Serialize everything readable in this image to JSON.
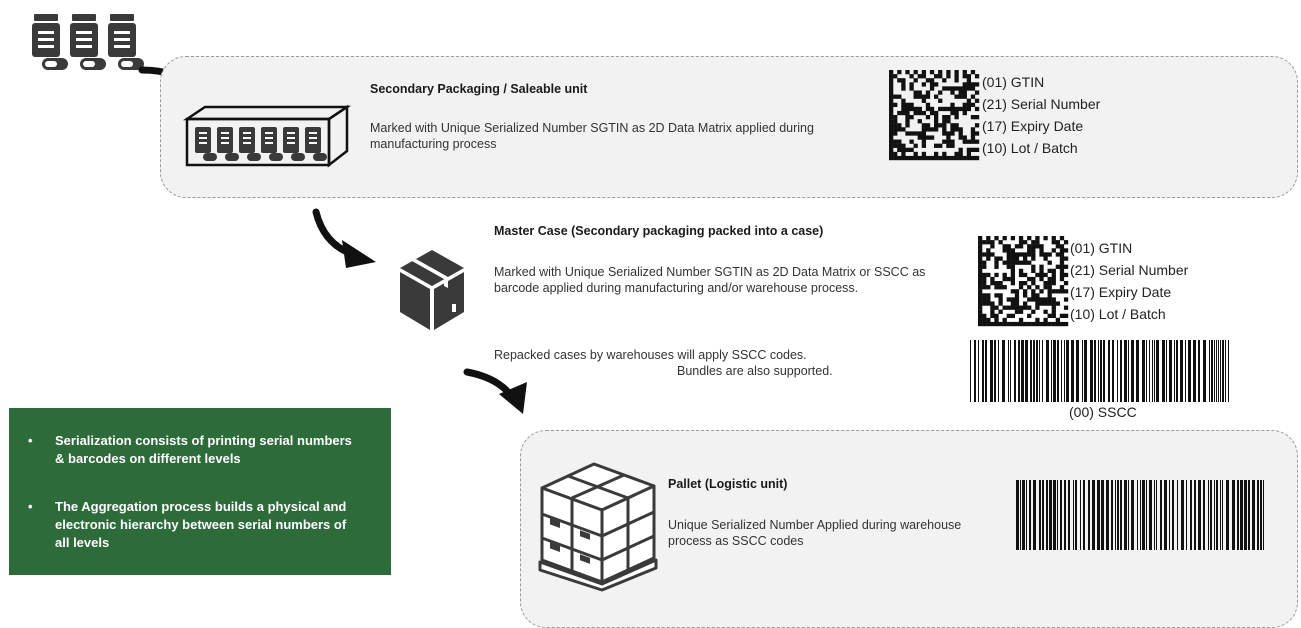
{
  "secondary": {
    "title": "Secondary Packaging  / Saleable unit",
    "desc": "Marked with Unique Serialized Number SGTIN as 2D Data Matrix applied during manufacturing process",
    "codes": [
      "(01) GTIN",
      "(21) Serial Number",
      "(17) Expiry Date",
      "(10) Lot / Batch"
    ]
  },
  "master": {
    "title": "Master Case (Secondary packaging packed into a case)",
    "desc": "Marked with Unique Serialized Number SGTIN as 2D Data Matrix or SSCC as barcode applied during manufacturing and/or warehouse process.",
    "note_line1": "Repacked cases by warehouses will apply SSCC codes.",
    "note_line2": "Bundles are also supported.",
    "codes": [
      "(01) GTIN",
      "(21) Serial Number",
      "(17) Expiry Date",
      "(10) Lot / Batch"
    ],
    "barcode_label": "(00) SSCC"
  },
  "pallet": {
    "title": "Pallet (Logistic unit)",
    "desc": "Unique Serialized Number Applied during warehouse process as SSCC codes"
  },
  "summary": {
    "bullets": [
      "Serialization consists of printing serial numbers & barcodes on different levels",
      "The Aggregation process builds a physical and electronic hierarchy between serial numbers of all levels"
    ]
  },
  "colors": {
    "panel_bg": "#f2f2f2",
    "panel_border": "#9a9a9a",
    "summary_bg": "#2e6b3b",
    "icon": "#3a3a3a"
  },
  "icons": [
    "medicine-bottles-icon",
    "bottle-box-icon",
    "case-box-icon",
    "pallet-boxes-icon",
    "curved-arrow-icon",
    "datamatrix-icon",
    "barcode-icon"
  ]
}
